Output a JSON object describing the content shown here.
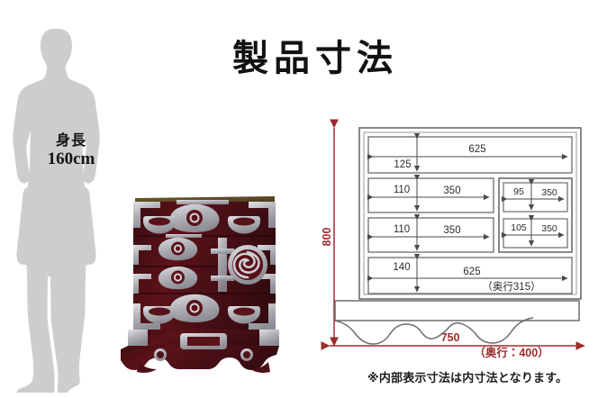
{
  "page": {
    "title": "製品寸法",
    "background_color": "#ffffff"
  },
  "silhouette": {
    "name": "female-body-silhouette",
    "fill_color": "#cccccc",
    "height_label_line1": "身長",
    "height_label_line2": "160cm"
  },
  "product_photo": {
    "name": "japanese-tansu-chest",
    "body_color": "#4a1016",
    "hardware_color": "#b8b8bc"
  },
  "diagram": {
    "accent_color": "#9d2c2c",
    "line_color": "#555555",
    "overall_height": "800",
    "overall_width": "750",
    "overall_depth_label": "（奥行：400）",
    "rows": [
      {
        "name": "top-drawer",
        "height": "125",
        "width": "625",
        "cells": [
          {
            "height": "125",
            "width": "625"
          }
        ]
      },
      {
        "name": "second-row",
        "cells": [
          {
            "height": "110",
            "width": "350"
          },
          {
            "height": "95",
            "width": "350"
          }
        ]
      },
      {
        "name": "third-row",
        "cells": [
          {
            "height": "110",
            "width": "350"
          },
          {
            "height": "105",
            "width": "350"
          }
        ]
      },
      {
        "name": "bottom-drawer",
        "cells": [
          {
            "height": "140",
            "width": "625",
            "depth": "（奥行315）"
          }
        ]
      }
    ]
  },
  "footnote": {
    "text": "※内部表示寸法は内寸法となります。"
  }
}
